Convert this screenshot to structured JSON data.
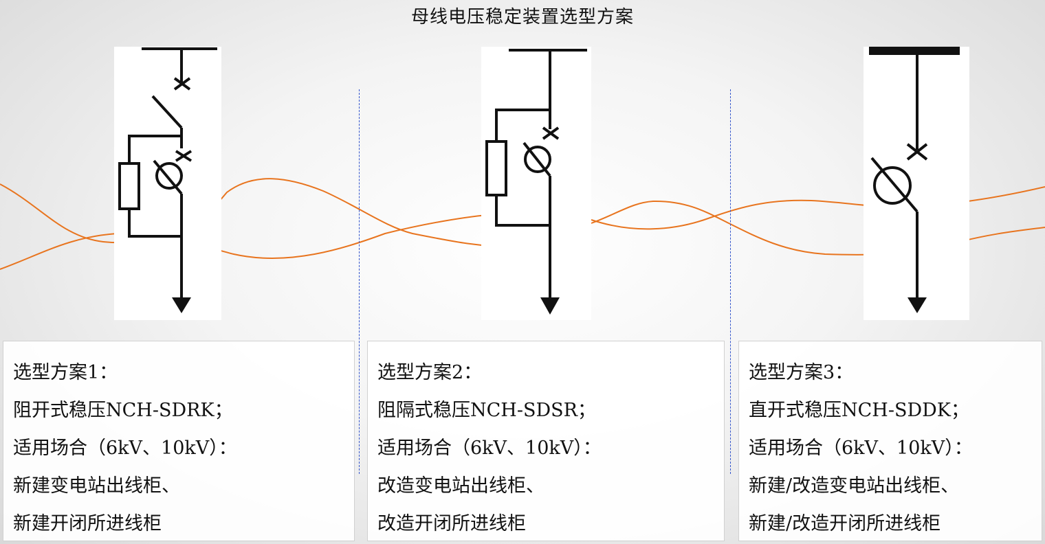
{
  "title": "母线电压稳定装置选型方案",
  "schemes": [
    {
      "heading": "选型方案1：",
      "model": "阻开式稳压NCH-SDRK；",
      "application": "适用场合（6kV、10kV）：",
      "use_1": "新建变电站出线柜、",
      "use_2": "新建开闭所进线柜"
    },
    {
      "heading": "选型方案2：",
      "model": "阻隔式稳压NCH-SDSR；",
      "application": "适用场合（6kV、10kV）：",
      "use_1": "改造变电站出线柜、",
      "use_2": "改造开闭所进线柜"
    },
    {
      "heading": "选型方案3：",
      "model": "直开式稳压NCH-SDDK；",
      "application": "适用场合（6kV、10kV）：",
      "use_1": "新建/改造变电站出线柜、",
      "use_2": "新建/改造开闭所进线柜"
    }
  ],
  "colors": {
    "wave": "#e8741e",
    "divider": "#3355cc",
    "symbol": "#111111"
  }
}
